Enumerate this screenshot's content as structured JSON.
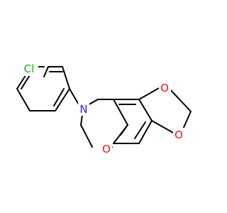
{
  "colors": {
    "bond": "#000000",
    "chlorine": "#1fa81f",
    "nitrogen": "#2222ff",
    "oxygen": "#ee1111",
    "background": "#ffffff"
  },
  "atoms": {
    "chlorine": "Cl",
    "nitrogen": "N",
    "oxygen_ring": "O",
    "oxygen_dioxole_top": "O",
    "oxygen_dioxole_bottom": "O"
  }
}
